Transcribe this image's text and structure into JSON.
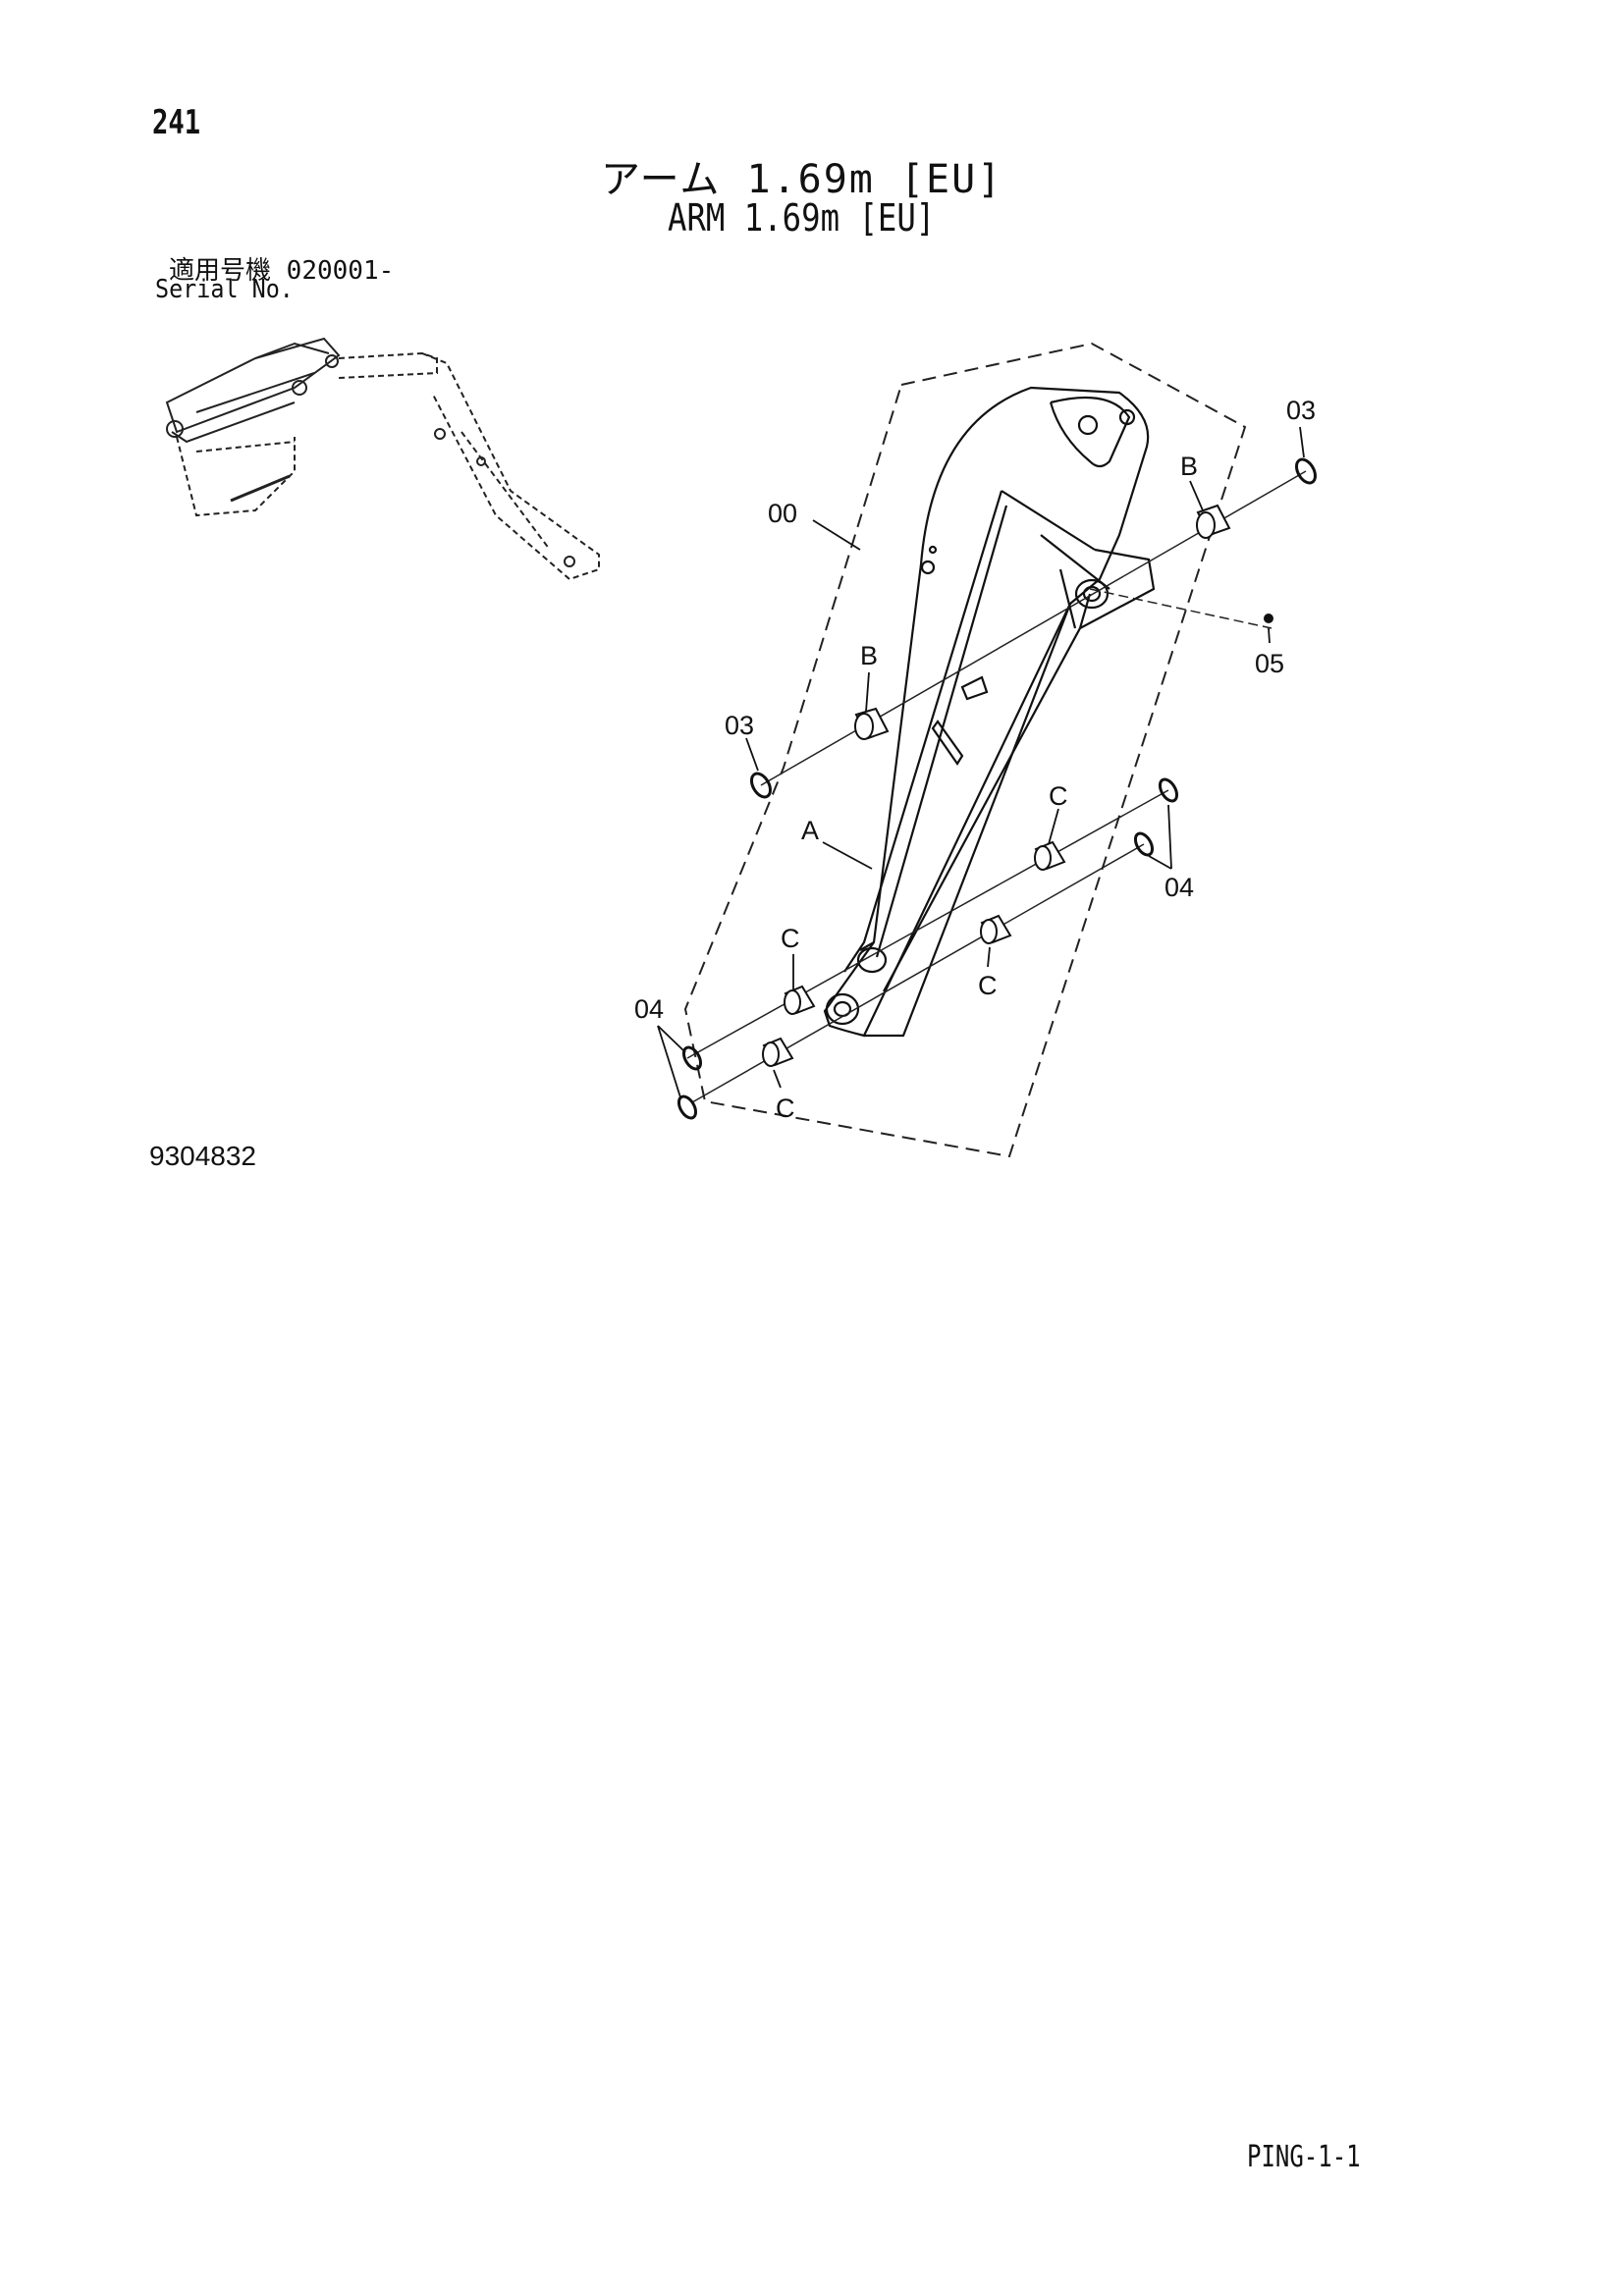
{
  "header": {
    "page_number": "241",
    "title_jp": "アーム 1.69m [EU]",
    "title_en": "ARM 1.69m [EU]",
    "serial_label_jp": "適用号機",
    "serial_value": "020001-",
    "serial_label_en": "Serial No."
  },
  "callouts": {
    "c00": "00",
    "c03_right": "03",
    "c03_left": "03",
    "cB_right": "B",
    "cB_left": "B",
    "c05": "05",
    "cA": "A",
    "cC_1": "C",
    "cC_2": "C",
    "cC_3": "C",
    "cC_4": "C",
    "c04_right": "04",
    "c04_left": "04"
  },
  "footer": {
    "drawing_number": "9304832",
    "page_code": "PING-1-1"
  }
}
